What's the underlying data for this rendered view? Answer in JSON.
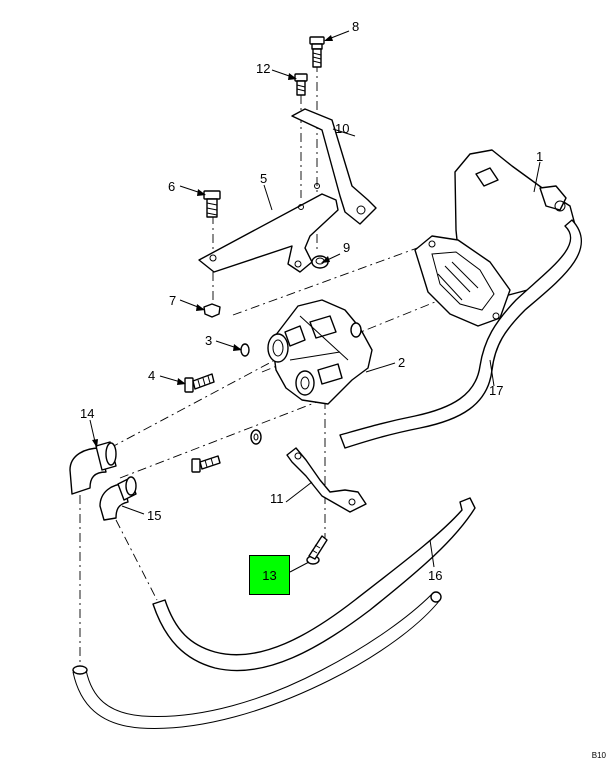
{
  "callouts": {
    "c1": "1",
    "c2": "2",
    "c3": "3",
    "c4": "4",
    "c5": "5",
    "c6": "6",
    "c7": "7",
    "c8": "8",
    "c9": "9",
    "c10": "10",
    "c11": "11",
    "c12": "12",
    "c14": "14",
    "c15": "15",
    "c16": "16",
    "c17": "17"
  },
  "highlight": {
    "label": "13",
    "color": "#00ff00"
  },
  "corner_code": "B10"
}
